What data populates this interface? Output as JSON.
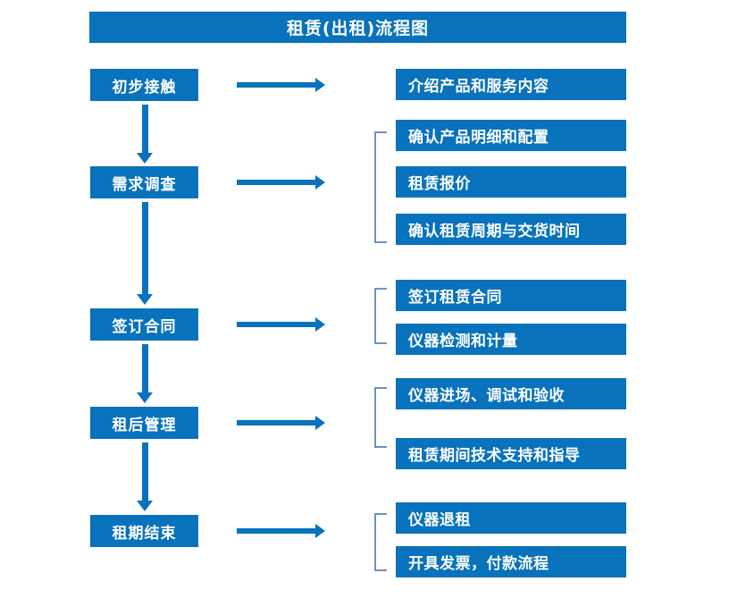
{
  "diagram": {
    "title": "租赁(出租)流程图",
    "colors": {
      "primary_blue": "#0872bd",
      "bracket_blue": "#6d93bd",
      "text_white": "#ffffff",
      "background": "#ffffff"
    },
    "stages": [
      {
        "id": "stage-1",
        "label": "初步接触"
      },
      {
        "id": "stage-2",
        "label": "需求调查"
      },
      {
        "id": "stage-3",
        "label": "签订合同"
      },
      {
        "id": "stage-4",
        "label": "租后管理"
      },
      {
        "id": "stage-5",
        "label": "租期结束"
      }
    ],
    "details": [
      {
        "id": "detail-1-1",
        "label": "介绍产品和服务内容",
        "group": 1
      },
      {
        "id": "detail-2-1",
        "label": "确认产品明细和配置",
        "group": 2
      },
      {
        "id": "detail-2-2",
        "label": "租赁报价",
        "group": 2
      },
      {
        "id": "detail-2-3",
        "label": "确认租赁周期与交货时间",
        "group": 2
      },
      {
        "id": "detail-3-1",
        "label": "签订租赁合同",
        "group": 3
      },
      {
        "id": "detail-3-2",
        "label": "仪器检测和计量",
        "group": 3
      },
      {
        "id": "detail-4-1",
        "label": "仪器进场、调试和验收",
        "group": 4
      },
      {
        "id": "detail-4-2",
        "label": "租赁期间技术支持和指导",
        "group": 4
      },
      {
        "id": "detail-5-1",
        "label": "仪器退租",
        "group": 5
      },
      {
        "id": "detail-5-2",
        "label": "开具发票，付款流程",
        "group": 5
      }
    ]
  }
}
